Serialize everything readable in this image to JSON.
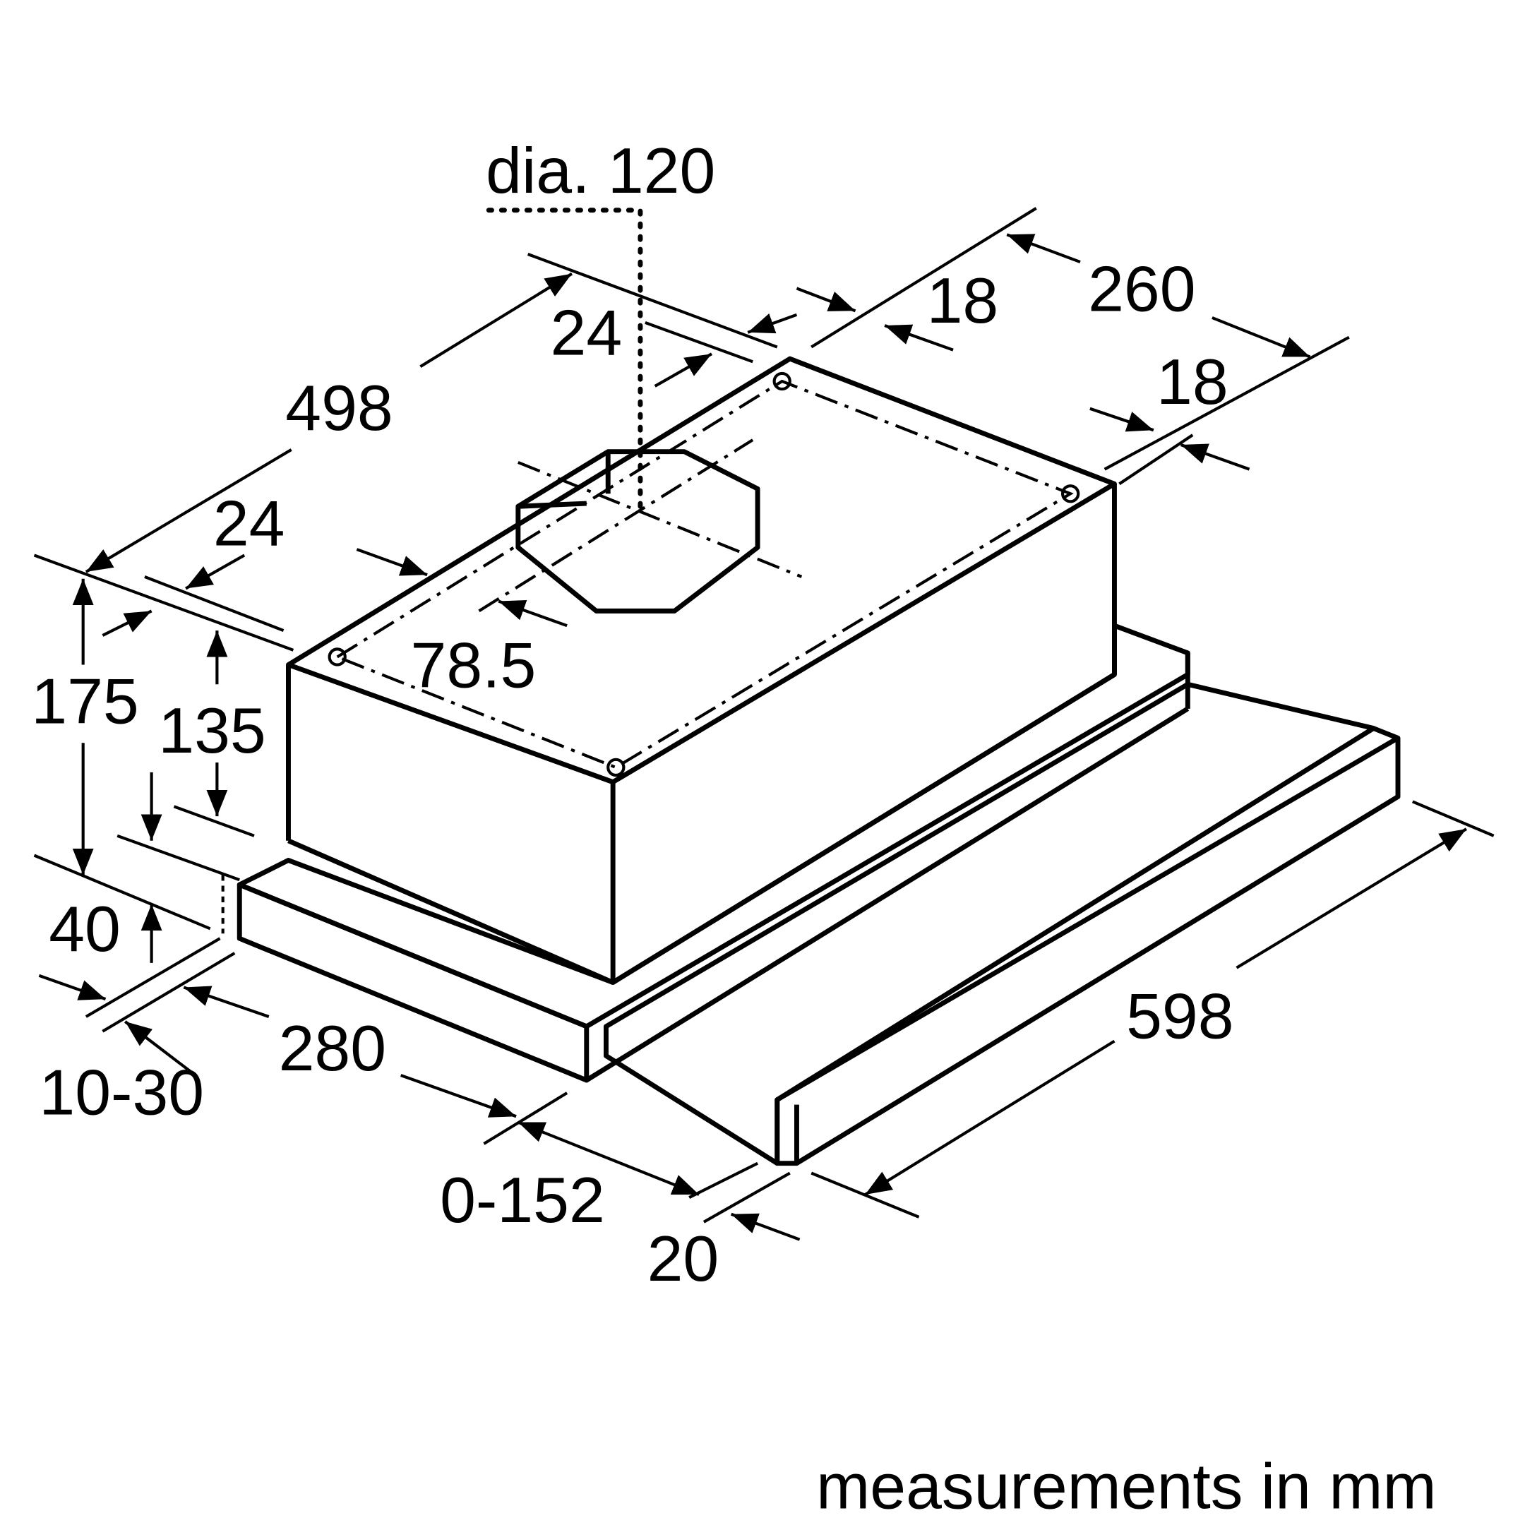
{
  "labels": {
    "dia": "dia. 120",
    "d260": "260",
    "d18a": "18",
    "d18b": "18",
    "d24a": "24",
    "d498": "498",
    "d24b": "24",
    "d78": "78.5",
    "d175": "175",
    "d135": "135",
    "d40": "40",
    "d1030": "10-30",
    "d280": "280",
    "d0152": "0-152",
    "d20": "20",
    "d598": "598"
  },
  "footer": "measurements in mm"
}
